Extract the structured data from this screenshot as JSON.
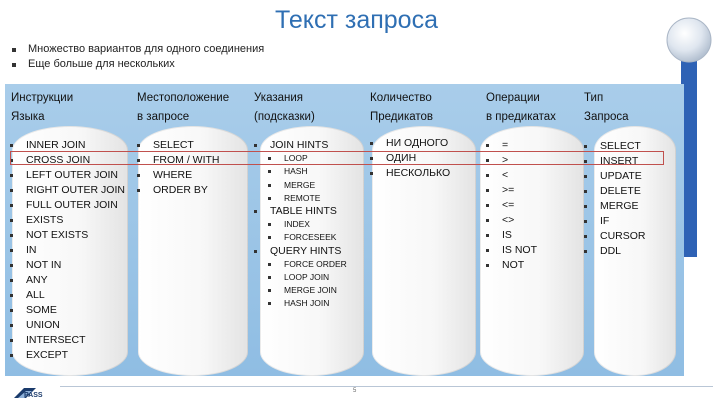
{
  "title": "Текст запроса",
  "bullets": [
    "Множество вариантов для одного соединения",
    "Еще больше для нескольких"
  ],
  "columns": [
    {
      "header": [
        "Инструкции",
        "Языка"
      ],
      "items": [
        "INNER JOIN",
        "CROSS JOIN",
        "LEFT OUTER JOIN",
        "RIGHT OUTER JOIN",
        "FULL OUTER JOIN",
        "EXISTS",
        "NOT EXISTS",
        "IN",
        "NOT IN",
        "ANY",
        "ALL",
        "SOME",
        "UNION",
        "INTERSECT",
        "EXCEPT"
      ]
    },
    {
      "header": [
        "Местоположение",
        "в запросе"
      ],
      "items": [
        "SELECT",
        "FROM / WITH",
        "WHERE",
        "ORDER BY"
      ]
    },
    {
      "header": [
        "Указания",
        "(подсказки)"
      ],
      "items": [
        "JOIN HINTS",
        "LOOP",
        "HASH",
        "MERGE",
        "REMOTE",
        "TABLE HINTS",
        "INDEX",
        "FORCESEEK",
        "QUERY HINTS",
        "FORCE ORDER",
        "LOOP JOIN",
        "MERGE JOIN",
        "HASH JOIN"
      ]
    },
    {
      "header": [
        "Количество",
        "Предикатов"
      ],
      "items": [
        "НИ ОДНОГО",
        "ОДИН",
        "НЕСКОЛЬКО"
      ]
    },
    {
      "header": [
        "Операции",
        "в предикатах"
      ],
      "items": [
        "=",
        ">",
        "<",
        ">=",
        "<=",
        "<>",
        "IS",
        "IS NOT",
        "NOT"
      ]
    },
    {
      "header": [
        "Тип",
        "Запроса"
      ],
      "items": [
        "SELECT",
        "INSERT",
        "UPDATE",
        "DELETE",
        "MERGE",
        "IF",
        "CURSOR",
        "DDL"
      ]
    }
  ],
  "page_number": "5",
  "logo_text": "PASS",
  "colors": {
    "title": "#2f6fb3",
    "panel": "#9dc6e8",
    "highlight": "#c0504d",
    "scroll": "#2e62b5"
  }
}
